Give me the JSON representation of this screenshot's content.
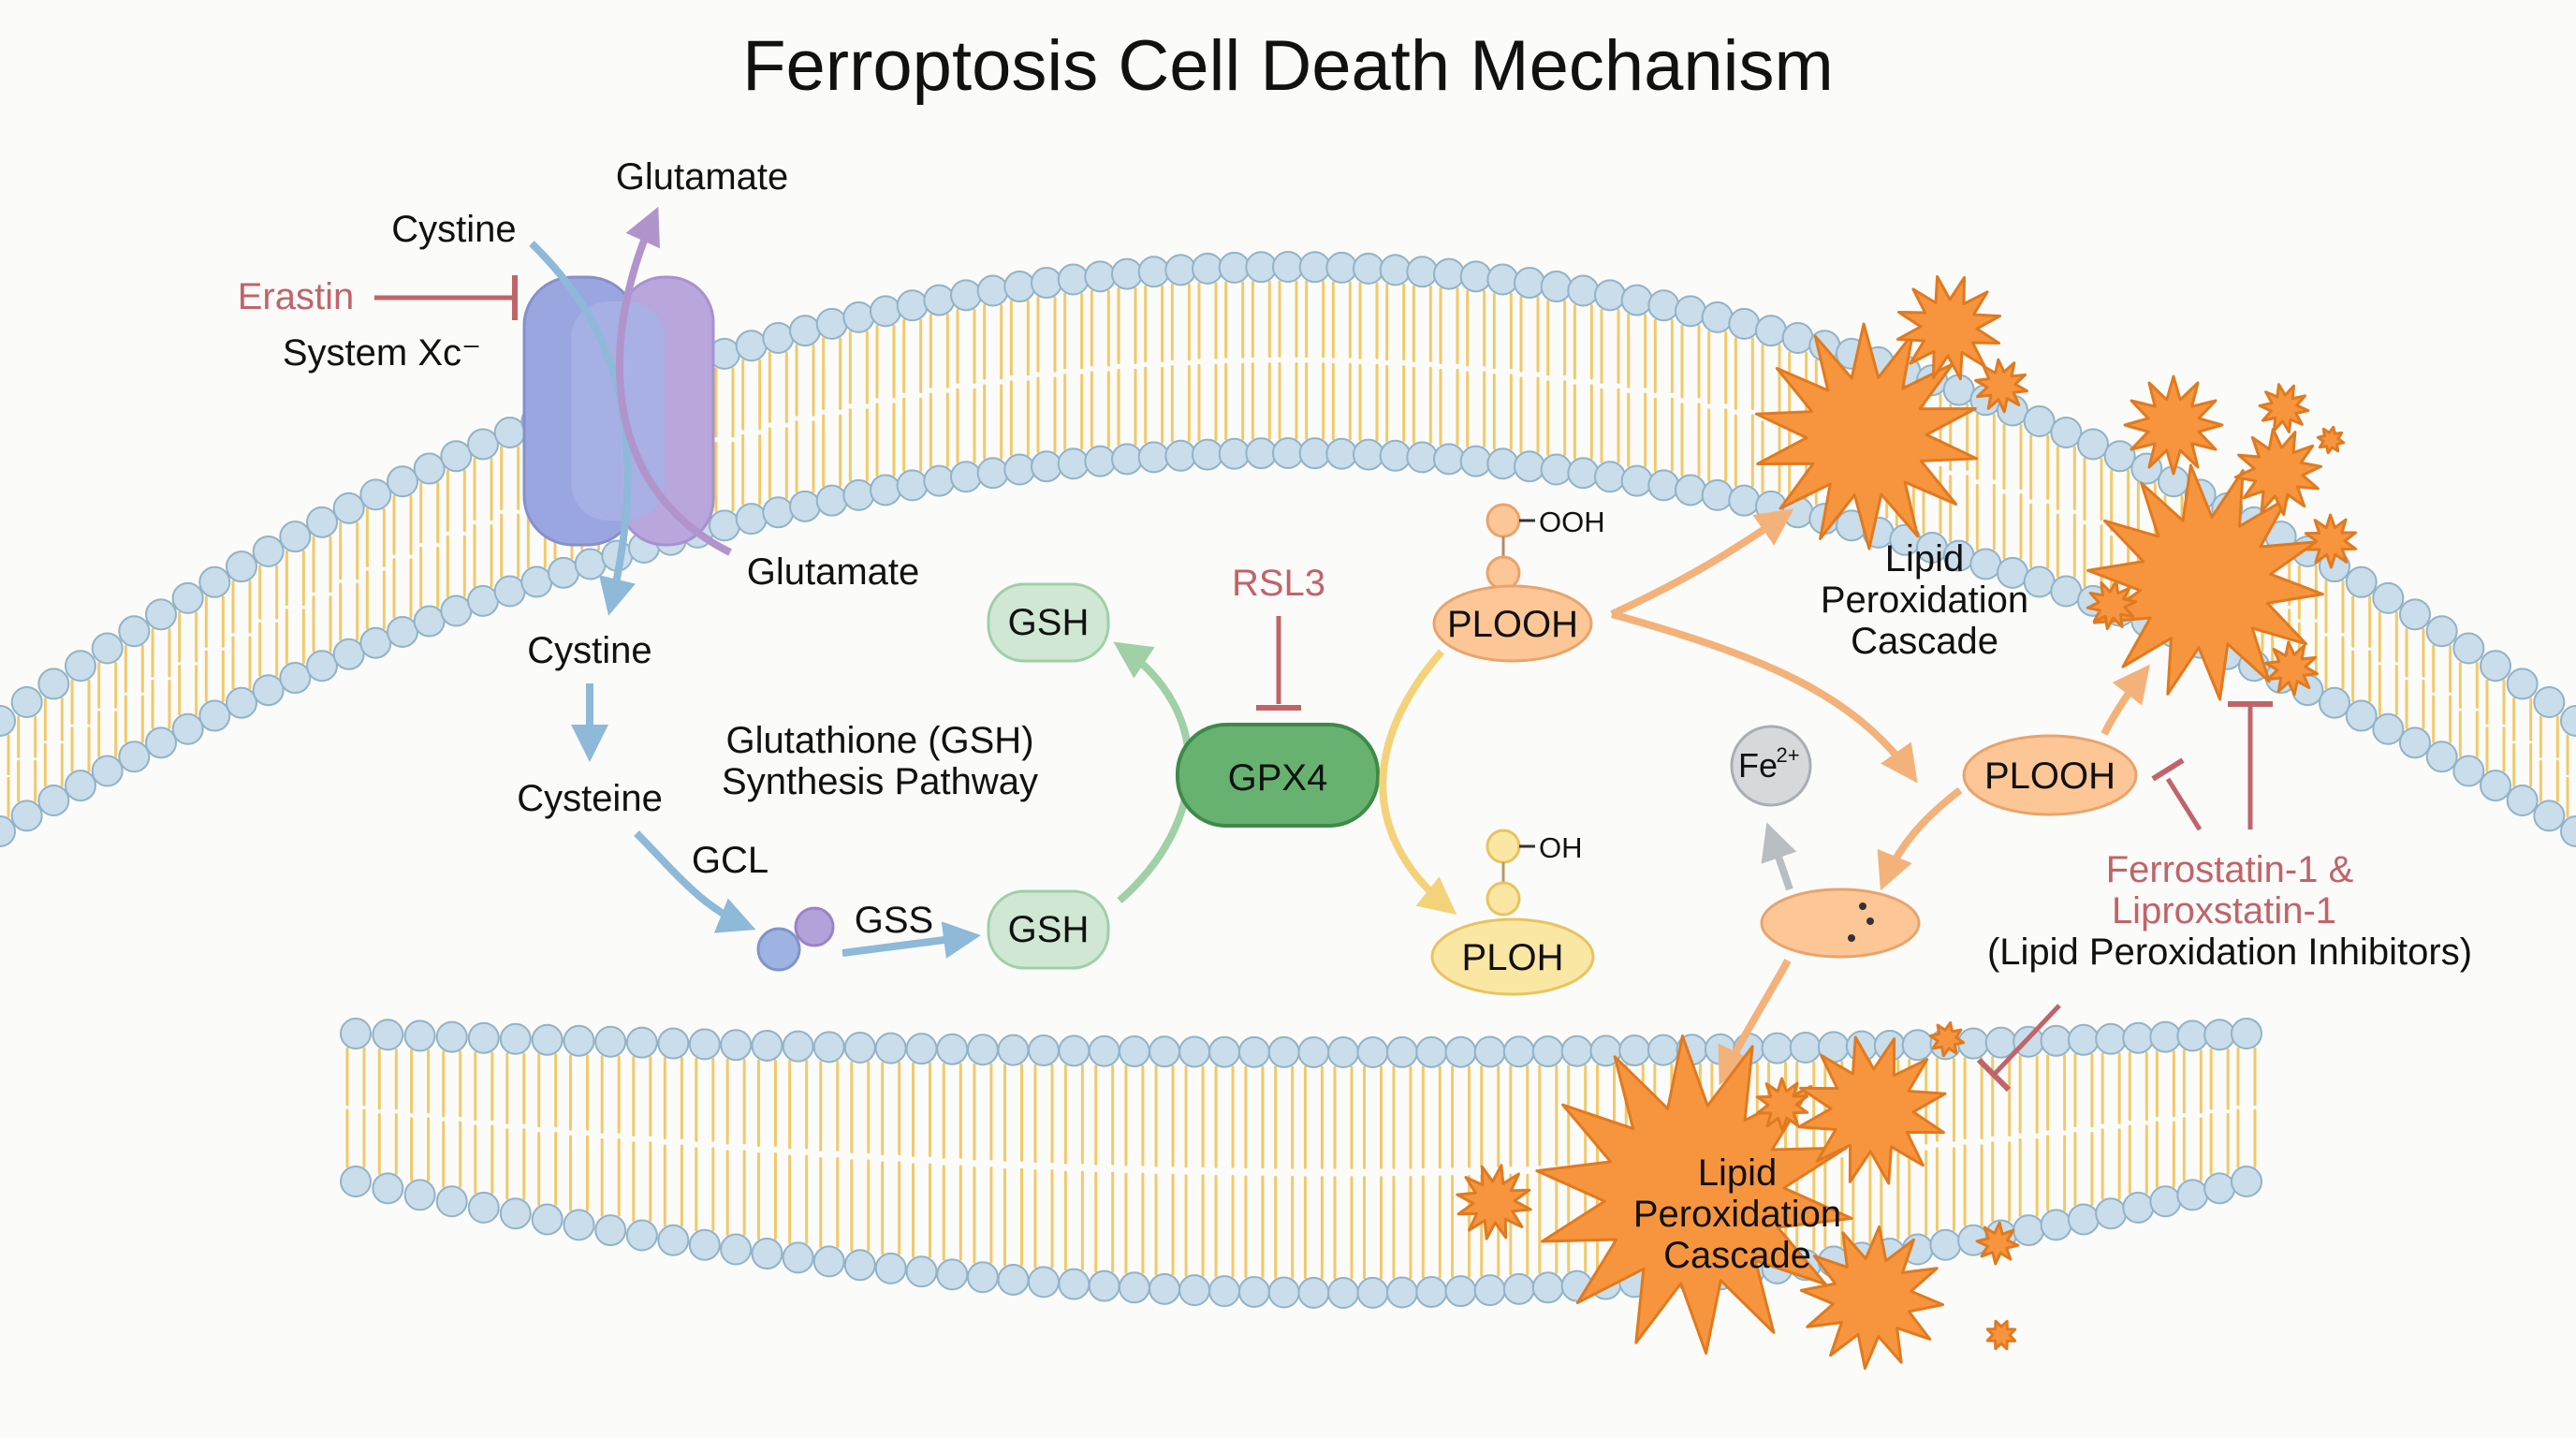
{
  "title": "Ferroptosis Cell Death Mechanism",
  "colors": {
    "background": "#fbfbf9",
    "membrane_head": "#c9ddea",
    "membrane_tail": "#f2c96a",
    "transporter": "#a8b2e6",
    "inhibitor": "#c0646a",
    "gsh": "#cfe7d3",
    "gpx4": "#67b270",
    "plooh": "#fcc696",
    "ploh": "#fbe7a4",
    "starburst": "#f7953e"
  },
  "transporter": {
    "name": "System Xc⁻",
    "in_substrate": "Cystine",
    "out_product": "Glutamate",
    "inner_product": "Glutamate"
  },
  "inhibitors": {
    "erastin": "Erastin",
    "rsl3": "RSL3",
    "ferrostatin_line1": "Ferrostatin-1 &",
    "ferrostatin_line2": "Liproxstatin-1",
    "ferrostatin_note": "(Lipid Peroxidation Inhibitors)"
  },
  "pathway": {
    "cystine": "Cystine",
    "cysteine": "Cysteine",
    "title_line1": "Glutathione (GSH)",
    "title_line2": "Synthesis Pathway",
    "gcl": "GCL",
    "gss": "GSS",
    "gsh_product": "GSH",
    "gsh_top": "GSH"
  },
  "enzyme": {
    "gpx4": "GPX4"
  },
  "lipids": {
    "plooh": "PLOOH",
    "ooh_group": "OOH",
    "ploh": "PLOH",
    "oh_group": "OH",
    "plooh_right": "PLOOH"
  },
  "iron": {
    "fe": "Fe",
    "charge": "2+"
  },
  "cascade_top": {
    "line1": "Lipid",
    "line2": "Peroxidation",
    "line3": "Cascade"
  },
  "cascade_bottom": {
    "line1": "Lipid",
    "line2": "Peroxidation",
    "line3": "Cascade"
  }
}
